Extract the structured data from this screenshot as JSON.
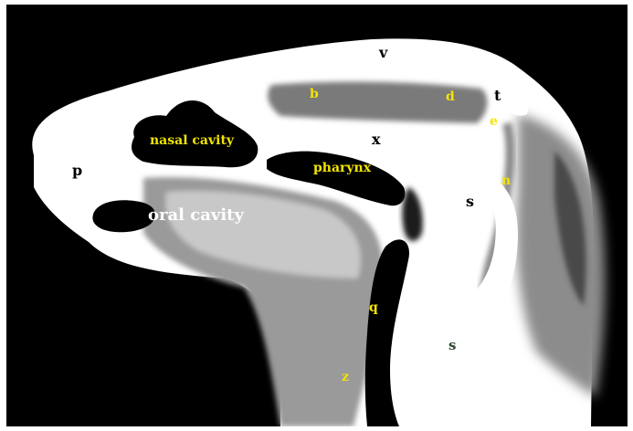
{
  "labels": {
    "v": "v",
    "b": "b",
    "d": "d",
    "t": "t",
    "e": "e",
    "x": "x",
    "nasal_cavity": "nasal cavity",
    "pharynx": "pharynx",
    "p": "p",
    "n": "n",
    "s_upper": "s",
    "oral_cavity": "oral cavity",
    "q": "q",
    "s_lower": "s",
    "z": "z"
  },
  "colors": {
    "background": "#000000",
    "frame": "#ffffff",
    "label_yellow": "#f2e400",
    "label_black": "#000000",
    "label_green": "#2f4a2f",
    "label_white": "#ffffff"
  }
}
